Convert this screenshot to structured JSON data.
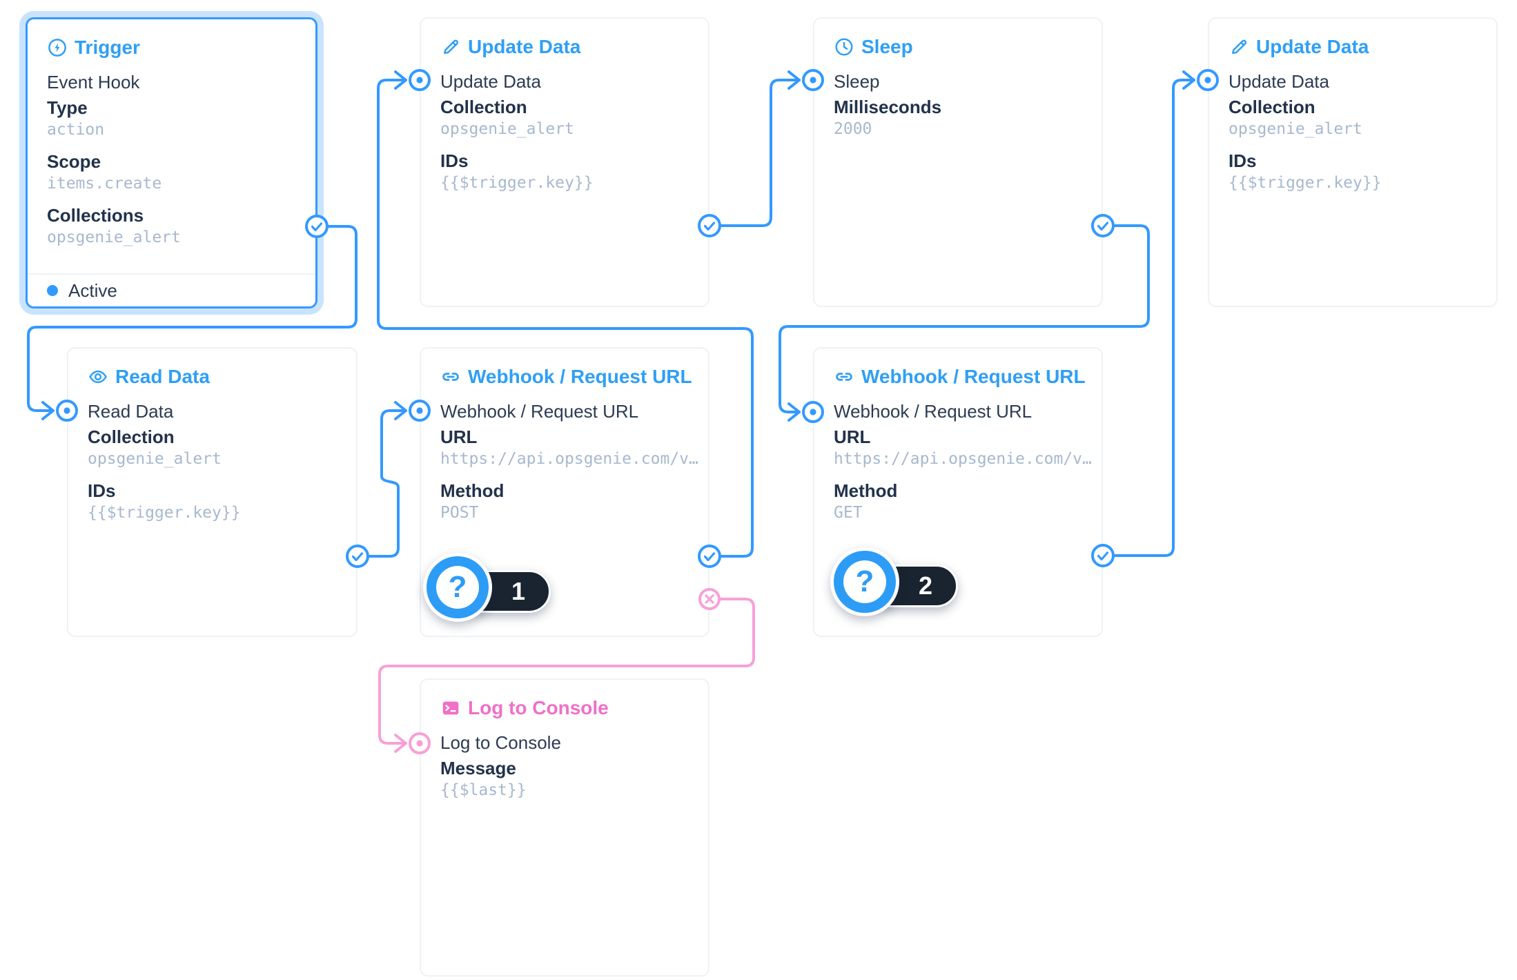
{
  "colors": {
    "accent_blue": "#3399ff",
    "title_blue": "#2f9ff5",
    "accent_pink": "#f06fc8",
    "line_pink": "#f7a0d8",
    "selected_halo": "#c9e3fd",
    "value_gray": "#a7b8ce",
    "pill_dark": "#1a2330"
  },
  "nodes": {
    "trigger": {
      "title": "Trigger",
      "name": "Event Hook",
      "fields": [
        {
          "label": "Type",
          "value": "action"
        },
        {
          "label": "Scope",
          "value": "items.create"
        },
        {
          "label": "Collections",
          "value": "opsgenie_alert"
        }
      ],
      "status": "Active"
    },
    "update1": {
      "title": "Update Data",
      "name": "Update Data",
      "fields": [
        {
          "label": "Collection",
          "value": "opsgenie_alert"
        },
        {
          "label": "IDs",
          "value": "{{$trigger.key}}"
        }
      ]
    },
    "sleep": {
      "title": "Sleep",
      "name": "Sleep",
      "fields": [
        {
          "label": "Milliseconds",
          "value": "2000"
        }
      ]
    },
    "update2": {
      "title": "Update Data",
      "name": "Update Data",
      "fields": [
        {
          "label": "Collection",
          "value": "opsgenie_alert"
        },
        {
          "label": "IDs",
          "value": "{{$trigger.key}}"
        }
      ]
    },
    "read": {
      "title": "Read Data",
      "name": "Read Data",
      "fields": [
        {
          "label": "Collection",
          "value": "opsgenie_alert"
        },
        {
          "label": "IDs",
          "value": "{{$trigger.key}}"
        }
      ]
    },
    "webhook_post": {
      "title": "Webhook / Request URL",
      "name": "Webhook / Request URL",
      "fields": [
        {
          "label": "URL",
          "value": "https://api.opsgenie.com/v…"
        },
        {
          "label": "Method",
          "value": "POST"
        }
      ]
    },
    "webhook_get": {
      "title": "Webhook / Request URL",
      "name": "Webhook / Request URL",
      "fields": [
        {
          "label": "URL",
          "value": "https://api.opsgenie.com/v…"
        },
        {
          "label": "Method",
          "value": "GET"
        }
      ]
    },
    "log": {
      "title": "Log to Console",
      "name": "Log to Console",
      "fields": [
        {
          "label": "Message",
          "value": "{{$last}}"
        }
      ]
    }
  },
  "badges": {
    "question_glyph": "?",
    "items": [
      {
        "number": "1"
      },
      {
        "number": "2"
      }
    ]
  },
  "connections": [
    {
      "from": "trigger",
      "to": "read-data",
      "path": "resolve"
    },
    {
      "from": "read-data",
      "to": "webhook-post",
      "path": "resolve"
    },
    {
      "from": "webhook-post",
      "to": "update-data-1",
      "path": "resolve"
    },
    {
      "from": "update-data-1",
      "to": "sleep",
      "path": "resolve"
    },
    {
      "from": "sleep",
      "to": "webhook-get",
      "path": "resolve"
    },
    {
      "from": "webhook-get",
      "to": "update-data-2",
      "path": "resolve"
    },
    {
      "from": "webhook-post",
      "to": "log-to-console",
      "path": "reject"
    }
  ]
}
